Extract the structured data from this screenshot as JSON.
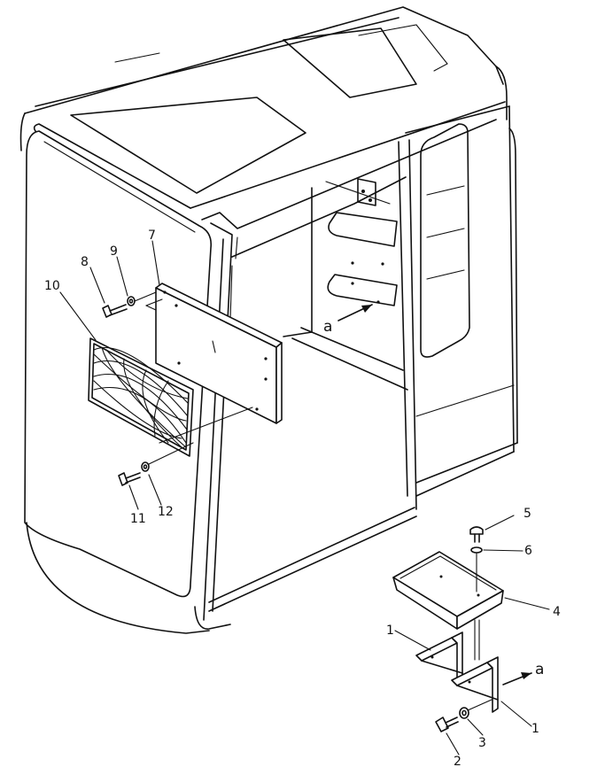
{
  "callouts": {
    "c1a": "1",
    "c1b": "1",
    "c2": "2",
    "c3": "3",
    "c4": "4",
    "c5": "5",
    "c6": "6",
    "c7": "7",
    "c8": "8",
    "c9": "9",
    "c10": "10",
    "c11": "11",
    "c12": "12"
  },
  "view_marks": {
    "cab": "a",
    "bracket": "a"
  }
}
